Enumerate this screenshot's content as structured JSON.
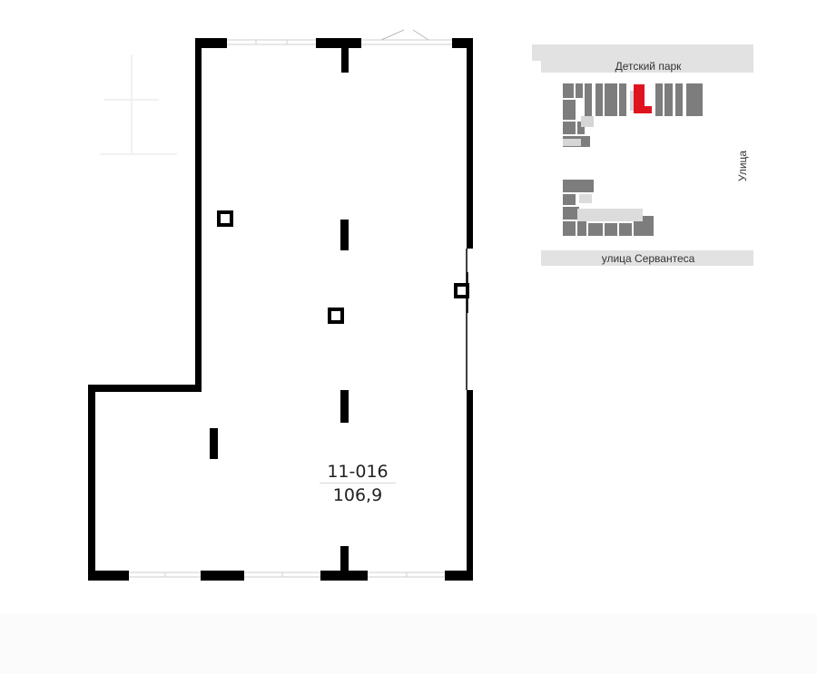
{
  "unit": {
    "number": "11-016",
    "area": "106,9"
  },
  "site_plan": {
    "top_street": "Детский парк",
    "right_street": "Улица",
    "bottom_street": "улица Сервантеса",
    "highlight_color": "#e0141e",
    "building_color": "#7d7d7d",
    "street_color": "#e2e2e2"
  },
  "colors": {
    "wall": "#000000",
    "window": "#d8d8d8",
    "text": "#333333"
  }
}
